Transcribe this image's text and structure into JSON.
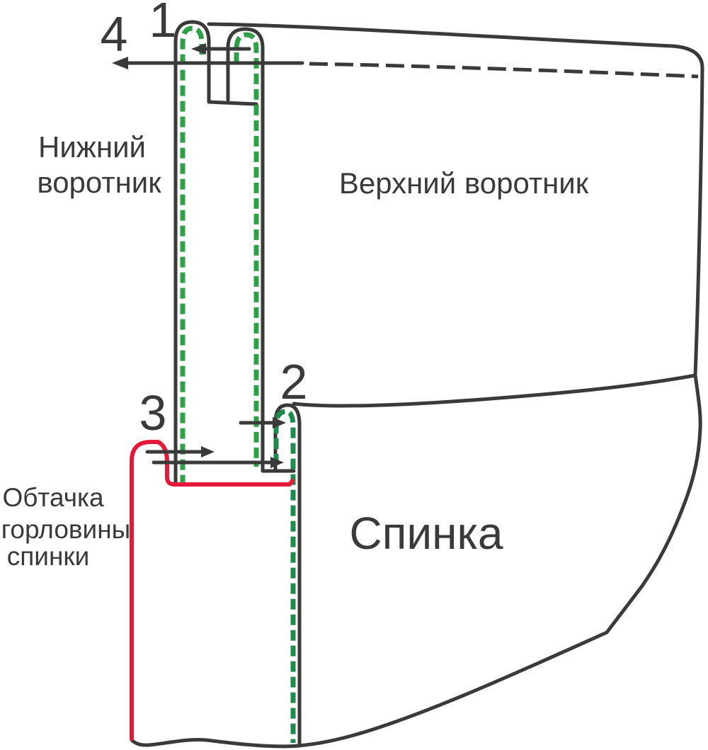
{
  "diagram_title": "Collar to back attachment sewing scheme",
  "colors": {
    "outline": "#3a3a38",
    "stitch_green": "#2fa047",
    "stitch_green_dark": "#1e8a4c",
    "facing_red": "#e5193a",
    "background": "#ffffff"
  },
  "labels": {
    "lower_collar_line1": "Нижний",
    "lower_collar_line2": "воротник",
    "upper_collar": "Верхний воротник",
    "back": "Спинка",
    "facing_line1": "Обтачка",
    "facing_line2": "горловины",
    "facing_line3": "спинки"
  },
  "step_numbers": {
    "step1": "1",
    "step2": "2",
    "step3": "3",
    "step4": "4"
  }
}
